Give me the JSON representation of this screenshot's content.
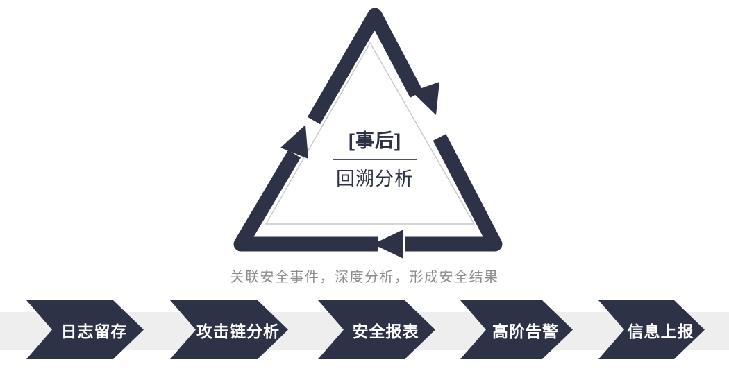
{
  "colors": {
    "accent_navy": "#2e3247",
    "band_gray": "#eeeeef",
    "inner_outline_gray": "#c9c9c9",
    "caption_gray": "#8b8b8b",
    "step_text": "#ffffff"
  },
  "cycle_diagram": {
    "phase_tag": "[事后]",
    "phase_name": "回溯分析",
    "caption": "关联安全事件，深度分析，形成安全结果"
  },
  "process_flow": {
    "steps": [
      {
        "label": "日志留存"
      },
      {
        "label": "攻击链分析"
      },
      {
        "label": "安全报表"
      },
      {
        "label": "高阶告警"
      },
      {
        "label": "信息上报"
      }
    ]
  }
}
